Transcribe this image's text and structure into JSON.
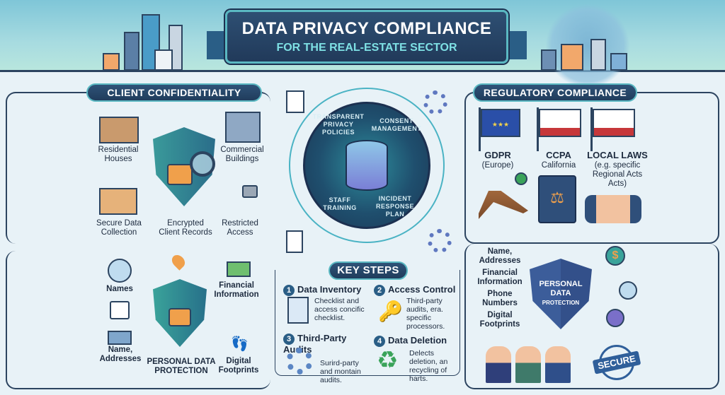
{
  "header": {
    "title": "DATA PRIVACY COMPLIANCE",
    "subtitle": "FOR THE REAL-ESTATE SECTOR"
  },
  "client_confidentiality": {
    "title": "CLIENT CONFIDENTIALITY",
    "items": [
      "Residential Houses",
      "Commercial Buildings",
      "Secure Data Collection",
      "Encrypted Client Records",
      "Restricted Access"
    ]
  },
  "personal_data_left": {
    "items": [
      "Names",
      "Financial Information",
      "Name, Addresses",
      "Digital Footprints"
    ],
    "shield_label": "PERSONAL DATA PROTECTION"
  },
  "center_hub": {
    "segments": [
      "TRANSPARENT PRIVACY POLICIES",
      "CONSENT MANAGEMENT",
      "STAFF TRAINING",
      "INCIDENT RESPONSE PLAN"
    ]
  },
  "key_steps": {
    "title": "KEY STEPS",
    "steps": [
      {
        "num": "1",
        "title": "Data Inventory",
        "desc": "Checklist and access concific checklist."
      },
      {
        "num": "2",
        "title": "Access Control",
        "desc": "Third-party audits, era. specific processors."
      },
      {
        "num": "3",
        "title": "Third-Party Audits",
        "desc": "Surird-party and montain audits."
      },
      {
        "num": "4",
        "title": "Data Deletion",
        "desc": "Delects deletion, an recycling of harts."
      }
    ]
  },
  "regulatory_compliance": {
    "title": "REGULATORY COMPLIANCE",
    "laws": [
      {
        "name": "GDPR",
        "detail": "(Europe)"
      },
      {
        "name": "CCPA",
        "detail": "California"
      },
      {
        "name": "LOCAL LAWS",
        "detail": "(e.g. specific Regional Acts Acts)"
      }
    ]
  },
  "personal_data_right": {
    "items": [
      "Name, Addresses",
      "Financial Information",
      "Phone Numbers",
      "Digital Footprints"
    ],
    "shield_label_1": "PERSONAL DATA",
    "shield_label_2": "PROTECTION",
    "seal": "SECURE"
  },
  "colors": {
    "navy": "#213a5a",
    "teal": "#5ab8c2",
    "orange": "#f0a04b",
    "green": "#3aa35a",
    "background": "#e8f2f7"
  }
}
